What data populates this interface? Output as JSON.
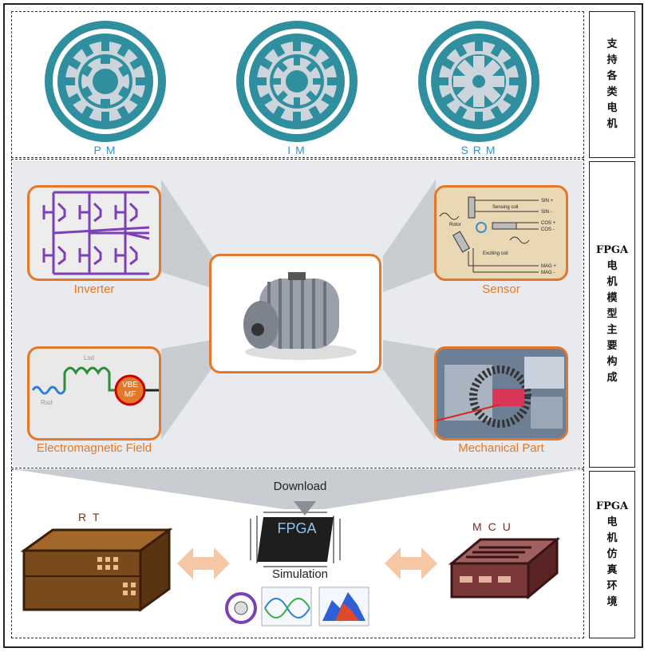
{
  "motors": [
    {
      "label": "PM",
      "type": "pm"
    },
    {
      "label": "IM",
      "type": "im"
    },
    {
      "label": "SRM",
      "type": "srm"
    }
  ],
  "side_labels": {
    "top": [
      "支",
      "持",
      "各",
      "类",
      "电",
      "机"
    ],
    "middle": [
      "FPGA",
      "电",
      "机",
      "模",
      "型",
      "主",
      "要",
      "构",
      "成"
    ],
    "bottom": [
      "FPGA",
      "电",
      "机",
      "仿",
      "真",
      "环",
      "境"
    ]
  },
  "components": {
    "inverter": "Inverter",
    "sensor": "Sensor",
    "em_field": "Electromagnetic Field",
    "mechanical": "Mechanical Part"
  },
  "em_circuit": {
    "inductor": "Lsd",
    "resistor": "Rsd",
    "source_line1": "VBE",
    "source_line2": "MF"
  },
  "sensor_signals": [
    "SIN +",
    "SIN -",
    "COS +",
    "COS -",
    "MAG +",
    "MAG -"
  ],
  "sensor_texts": {
    "rotor": "Rotor",
    "sensing": "Sensing coil",
    "exciting": "Exciting coil"
  },
  "environment": {
    "download": "Download",
    "fpga": "FPGA",
    "simulation": "Simulation",
    "rt": "RT",
    "mcu": "MCU"
  },
  "colors": {
    "accent_orange": "#e3782b",
    "motor_teal": "#2f8f9f",
    "inverter_purple": "#7b3fb8",
    "arrow_peach": "#f5c7a4"
  }
}
